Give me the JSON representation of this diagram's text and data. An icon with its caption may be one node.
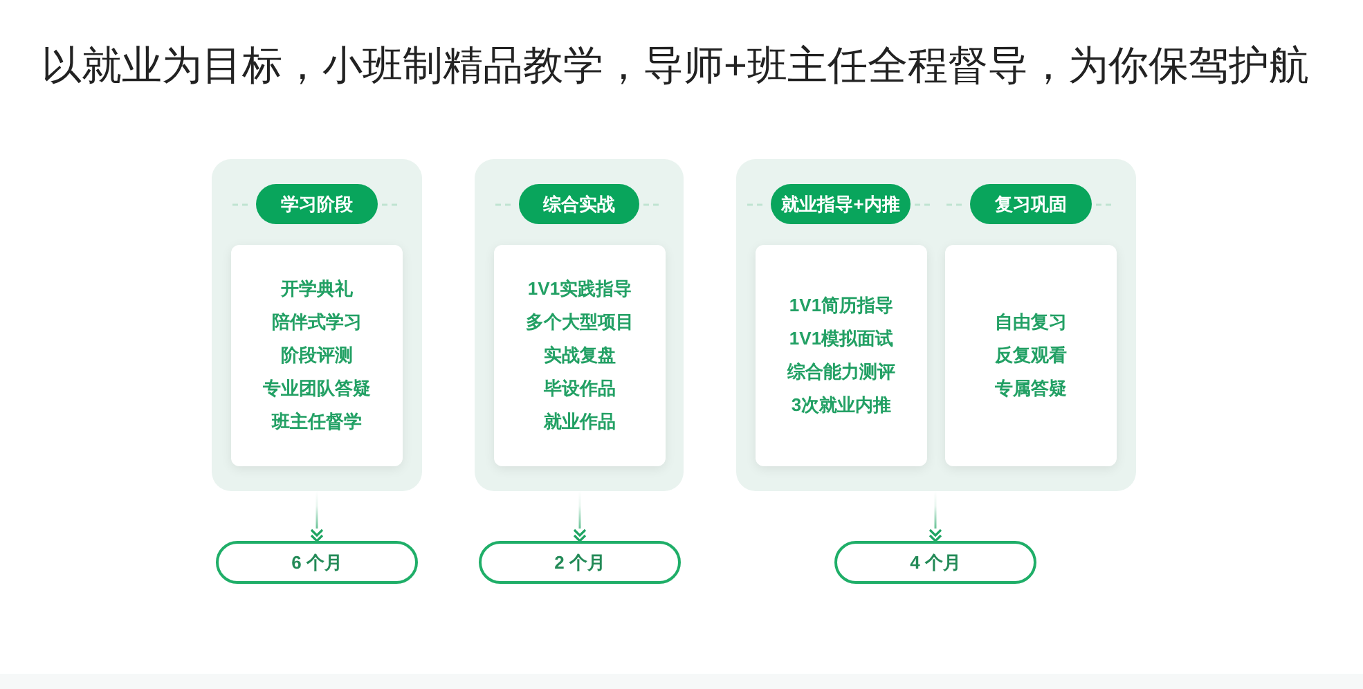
{
  "diagram": {
    "title": "以就业为目标，小班制精品教学，导师+班主任全程督导，为你保驾护航",
    "nodes": [
      {
        "text": [],
        "shape": "box"
      },
      {
        "text": [
          "学习阶段"
        ],
        "in": 0
      },
      {
        "text": [
          "开学典礼",
          "陪伴式学习",
          "阶段评测",
          "专业团队答疑",
          "班主任督学"
        ],
        "in": 0
      },
      {
        "text": [],
        "shape": "box"
      },
      {
        "text": [
          "综合实战"
        ],
        "in": 3
      },
      {
        "text": [
          "1V1实践指导",
          "多个大型项目",
          "实战复盘",
          "毕设作品",
          "就业作品"
        ],
        "in": 3
      },
      {
        "text": [],
        "shape": "box"
      },
      {
        "text": [
          "就业指导+内推"
        ],
        "in": 6
      },
      {
        "text": [
          "1V1简历指导",
          "1V1模拟面试",
          "综合能力测评",
          "3次就业内推"
        ],
        "in": 6
      },
      {
        "text": [
          "复习巩固"
        ],
        "in": 6
      },
      {
        "text": [
          "自由复习",
          "反复观看",
          "专属答疑"
        ],
        "in": 6
      },
      {
        "text": [
          "6 个月"
        ]
      },
      {
        "text": [
          "2 个月"
        ]
      },
      {
        "text": [
          "4 个月"
        ]
      }
    ],
    "edges": [
      {
        "from": 0,
        "to": 11,
        "arrow": "to"
      },
      {
        "from": 3,
        "to": 12,
        "arrow": "to"
      },
      {
        "from": 6,
        "to": 13,
        "arrow": "to"
      }
    ]
  }
}
